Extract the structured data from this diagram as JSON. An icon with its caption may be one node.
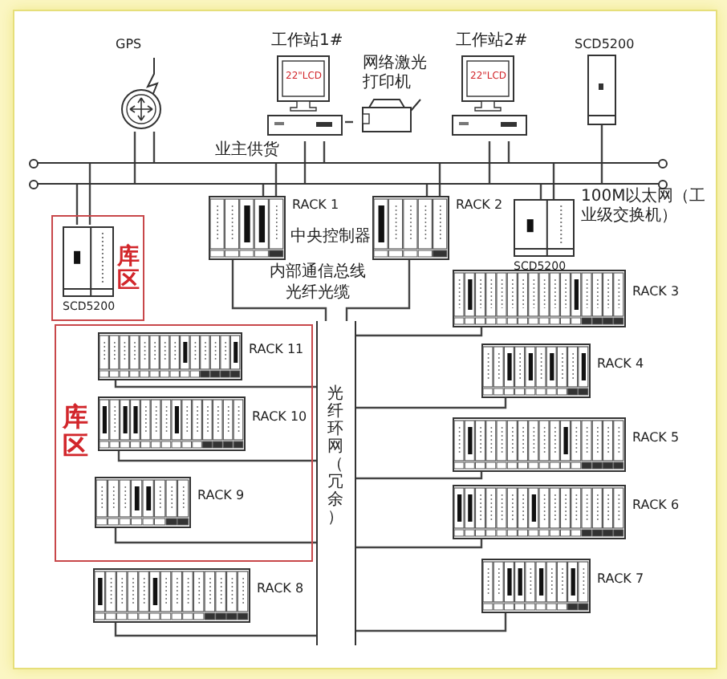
{
  "diagram": {
    "nodes": [
      {
        "text": [
          "GPS"
        ]
      },
      {
        "text": [
          "工作站1#",
          "22\"LCD"
        ]
      },
      {
        "text": [
          "网络激光打印机"
        ]
      },
      {
        "text": [
          "工作站2#",
          "22\"LCD"
        ]
      },
      {
        "text": [
          "SCD5200"
        ]
      },
      {
        "text": [
          "业主供货"
        ]
      },
      {
        "text": [
          "100M以太网（工业级交换机）"
        ]
      },
      {
        "text": [
          "RACK 1"
        ]
      },
      {
        "text": [
          "RACK 2"
        ]
      },
      {
        "text": [
          "SCD5200"
        ]
      },
      {
        "text": [
          "库区"
        ]
      },
      {
        "text": [
          "SCD5200"
        ],
        "in": 10
      },
      {
        "text": [
          "库区"
        ]
      },
      {
        "text": [
          "RACK 11"
        ],
        "in": 12
      },
      {
        "text": [
          "RACK 10"
        ],
        "in": 12
      },
      {
        "text": [
          "RACK 9"
        ],
        "in": 12
      },
      {
        "text": [
          "RACK 8"
        ]
      },
      {
        "text": [
          "光纤环网（冗余）"
        ]
      },
      {
        "text": [
          "RACK 3"
        ]
      },
      {
        "text": [
          "RACK 4"
        ]
      },
      {
        "text": [
          "RACK 5"
        ]
      },
      {
        "text": [
          "RACK 6"
        ]
      },
      {
        "text": [
          "RACK 7"
        ]
      }
    ],
    "edges": [
      {
        "from": 0,
        "to": 5,
        "arrow": "none"
      },
      {
        "from": 0,
        "to": 6,
        "arrow": "none"
      },
      {
        "from": 1,
        "to": 5,
        "arrow": "none"
      },
      {
        "from": 1,
        "to": 6,
        "arrow": "none"
      },
      {
        "from": 1,
        "to": 2,
        "arrow": "none"
      },
      {
        "from": 3,
        "to": 5,
        "arrow": "none"
      },
      {
        "from": 3,
        "to": 6,
        "arrow": "none"
      },
      {
        "from": 4,
        "to": 6,
        "arrow": "none"
      },
      {
        "from": 7,
        "to": 5,
        "arrow": "none"
      },
      {
        "from": 7,
        "to": 6,
        "arrow": "none"
      },
      {
        "from": 8,
        "to": 5,
        "arrow": "none"
      },
      {
        "from": 8,
        "to": 6,
        "arrow": "none"
      },
      {
        "from": 9,
        "to": 5,
        "arrow": "none"
      },
      {
        "from": 9,
        "to": 6,
        "arrow": "none"
      },
      {
        "from": 11,
        "to": 5,
        "arrow": "none"
      },
      {
        "from": 11,
        "to": 6,
        "arrow": "none"
      },
      {
        "from": 7,
        "to": 17,
        "arrow": "none"
      },
      {
        "from": 8,
        "to": 17,
        "arrow": "none"
      },
      {
        "from": 13,
        "to": 17,
        "arrow": "none"
      },
      {
        "from": 14,
        "to": 17,
        "arrow": "none"
      },
      {
        "from": 15,
        "to": 17,
        "arrow": "none"
      },
      {
        "from": 16,
        "to": 17,
        "arrow": "none"
      },
      {
        "from": 18,
        "to": 17,
        "arrow": "none"
      },
      {
        "from": 19,
        "to": 17,
        "arrow": "none"
      },
      {
        "from": 20,
        "to": 17,
        "arrow": "none"
      },
      {
        "from": 21,
        "to": 17,
        "arrow": "none"
      },
      {
        "from": 22,
        "to": 17,
        "arrow": "none"
      }
    ],
    "labels": [
      "中央控制器",
      "内部通信总线",
      "光纤光缆"
    ]
  }
}
